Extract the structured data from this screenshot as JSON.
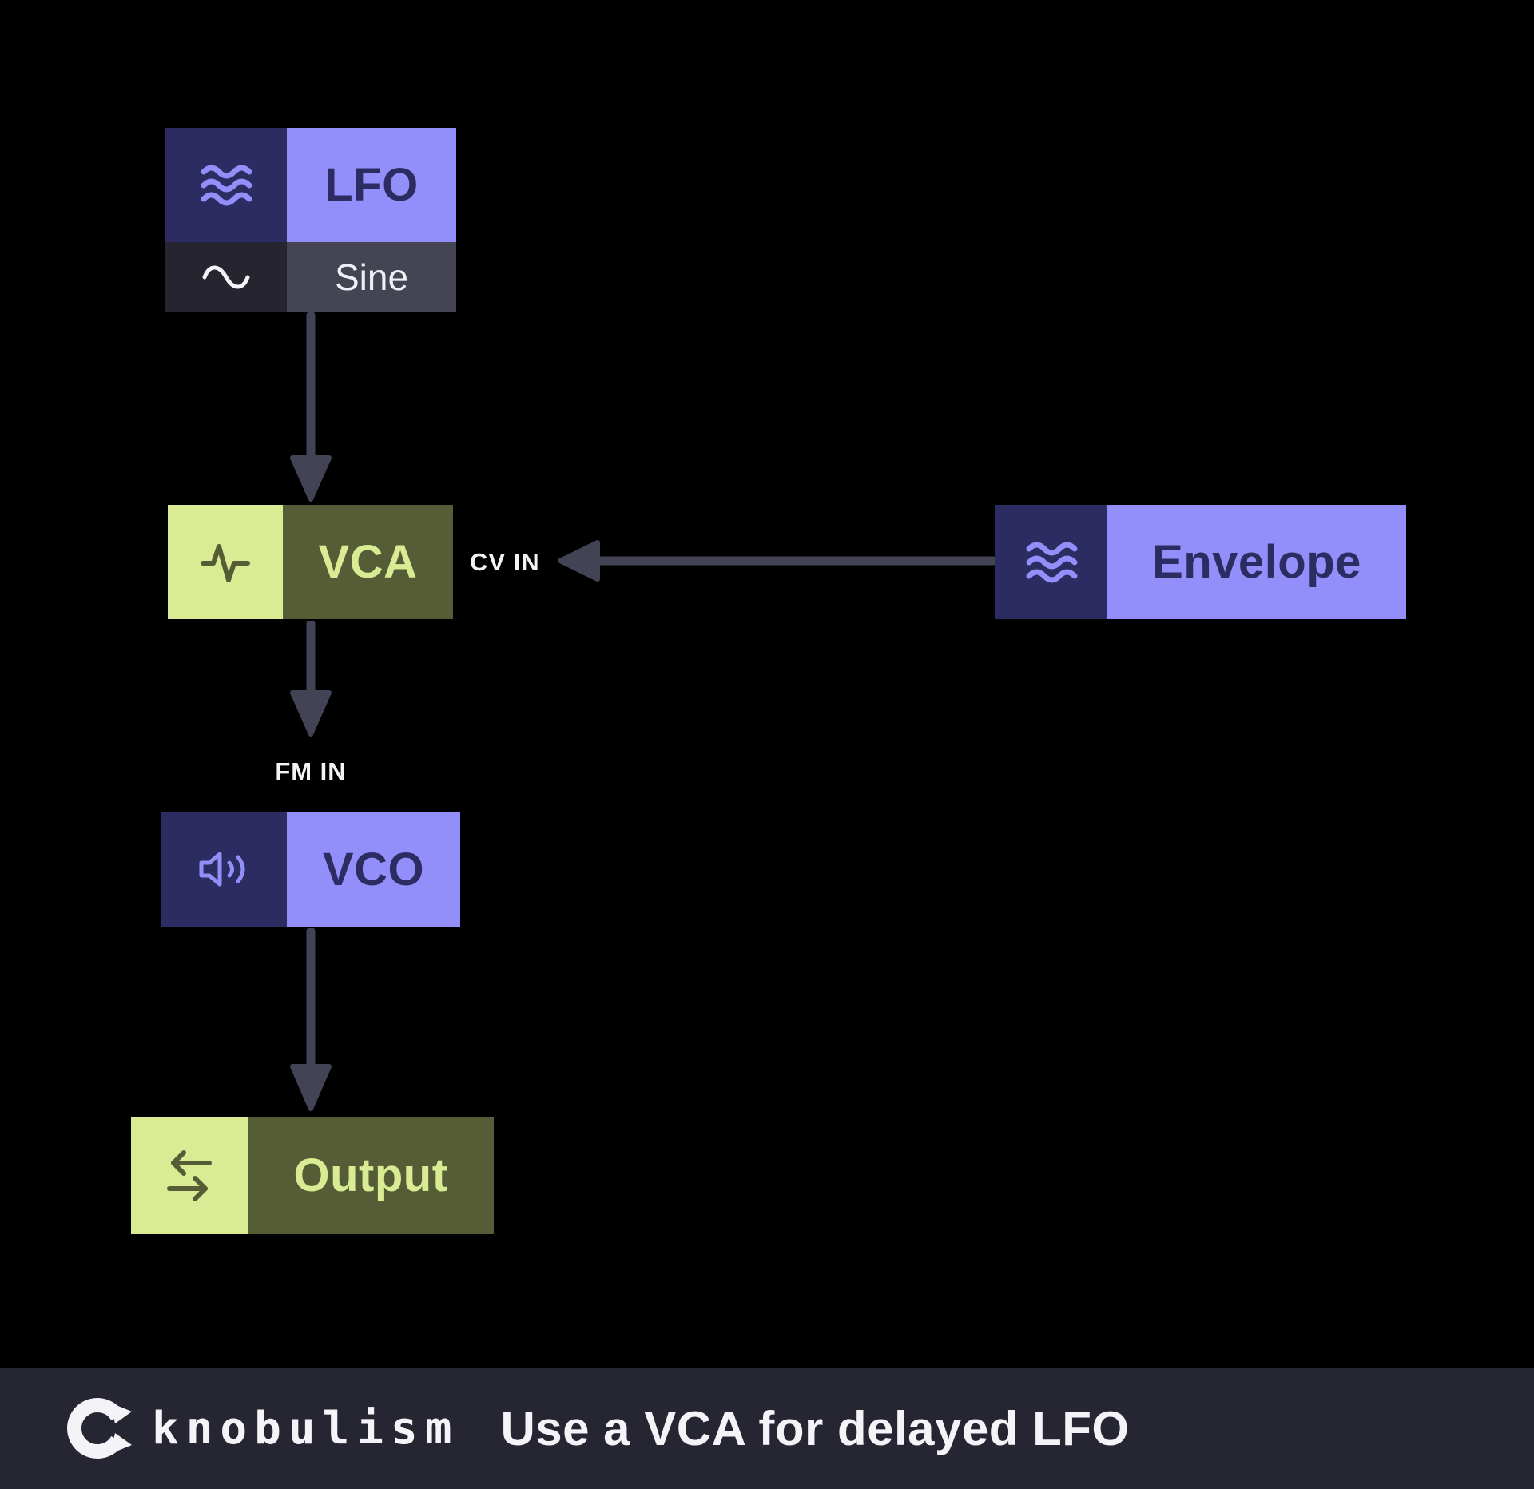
{
  "diagram": {
    "nodes": [
      {
        "id": "lfo",
        "label": "LFO",
        "icon": "waves-icon",
        "theme": "purple",
        "sub": {
          "label": "Sine",
          "icon": "sine-wave-icon"
        }
      },
      {
        "id": "vca",
        "label": "VCA",
        "icon": "activity-icon",
        "theme": "green"
      },
      {
        "id": "envelope",
        "label": "Envelope",
        "icon": "waves-icon",
        "theme": "purple"
      },
      {
        "id": "vco",
        "label": "VCO",
        "icon": "speaker-icon",
        "theme": "purple"
      },
      {
        "id": "output",
        "label": "Output",
        "icon": "transfer-icon",
        "theme": "green"
      }
    ],
    "edges": [
      {
        "from": "lfo",
        "to": "vca"
      },
      {
        "from": "envelope",
        "to": "vca",
        "port_label": "CV IN"
      },
      {
        "from": "vca",
        "to": "vco",
        "port_label": "FM IN"
      },
      {
        "from": "vco",
        "to": "output"
      }
    ],
    "port_labels": {
      "cv_in": "CV IN",
      "fm_in": "FM IN"
    }
  },
  "footer": {
    "brand": "knobulism",
    "title": "Use a VCA for delayed LFO"
  },
  "colors": {
    "background": "#000000",
    "purple": "#938ffa",
    "navy": "#2d2c62",
    "green": "#d9ec93",
    "olive": "#565d36",
    "sub_icon_bg": "#26252f",
    "sub_label_bg": "#454453",
    "arrow": "#434356",
    "footer_bg": "#262633",
    "text_light": "#f4f4f8"
  }
}
